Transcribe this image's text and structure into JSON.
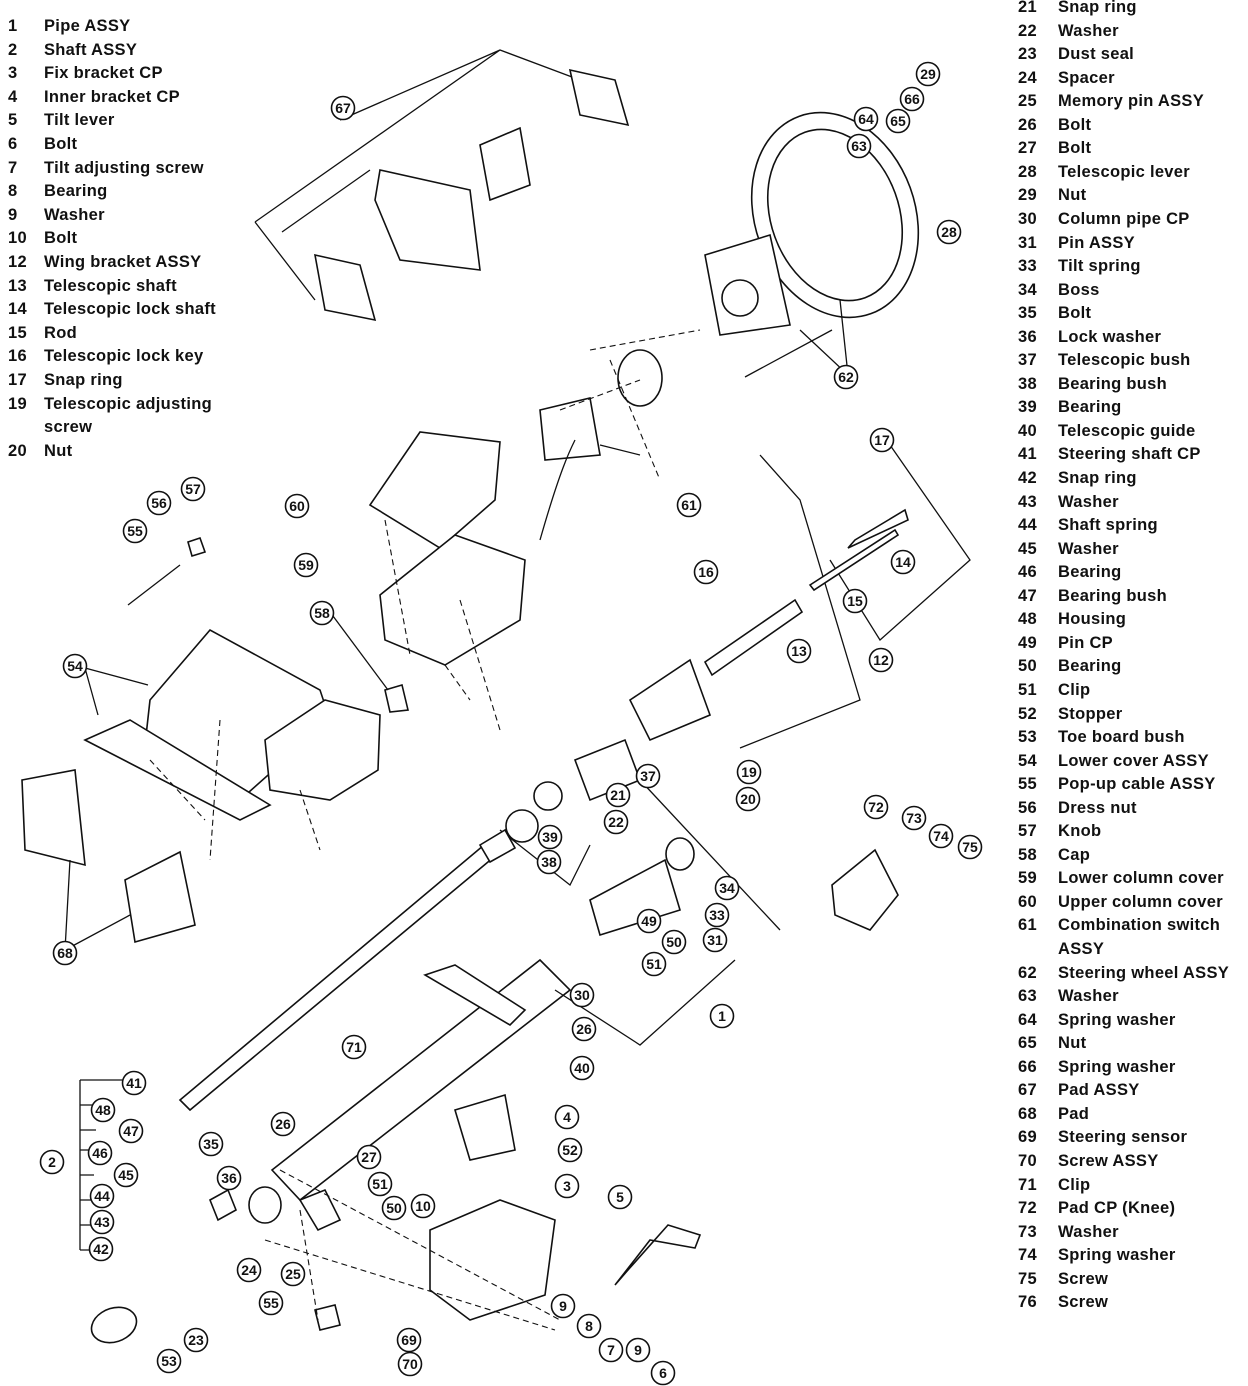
{
  "legend_left": [
    {
      "num": "1",
      "label": "Pipe ASSY"
    },
    {
      "num": "2",
      "label": "Shaft ASSY"
    },
    {
      "num": "3",
      "label": "Fix bracket CP"
    },
    {
      "num": "4",
      "label": "Inner bracket CP"
    },
    {
      "num": "5",
      "label": "Tilt lever"
    },
    {
      "num": "6",
      "label": "Bolt"
    },
    {
      "num": "7",
      "label": "Tilt adjusting screw"
    },
    {
      "num": "8",
      "label": "Bearing"
    },
    {
      "num": "9",
      "label": "Washer"
    },
    {
      "num": "10",
      "label": "Bolt"
    },
    {
      "num": "12",
      "label": "Wing bracket ASSY"
    },
    {
      "num": "13",
      "label": "Telescopic shaft"
    },
    {
      "num": "14",
      "label": "Telescopic lock shaft"
    },
    {
      "num": "15",
      "label": "Rod"
    },
    {
      "num": "16",
      "label": "Telescopic lock key"
    },
    {
      "num": "17",
      "label": "Snap ring"
    },
    {
      "num": "19",
      "label": "Telescopic adjusting"
    },
    {
      "num": "",
      "label": "screw"
    },
    {
      "num": "20",
      "label": "Nut"
    }
  ],
  "legend_right": [
    {
      "num": "21",
      "label": "Snap ring"
    },
    {
      "num": "22",
      "label": "Washer"
    },
    {
      "num": "23",
      "label": "Dust seal"
    },
    {
      "num": "24",
      "label": "Spacer"
    },
    {
      "num": "25",
      "label": "Memory pin ASSY"
    },
    {
      "num": "26",
      "label": "Bolt"
    },
    {
      "num": "27",
      "label": "Bolt"
    },
    {
      "num": "28",
      "label": "Telescopic lever"
    },
    {
      "num": "29",
      "label": "Nut"
    },
    {
      "num": "30",
      "label": "Column pipe CP"
    },
    {
      "num": "31",
      "label": "Pin ASSY"
    },
    {
      "num": "33",
      "label": "Tilt spring"
    },
    {
      "num": "34",
      "label": "Boss"
    },
    {
      "num": "35",
      "label": "Bolt"
    },
    {
      "num": "36",
      "label": "Lock washer"
    },
    {
      "num": "37",
      "label": "Telescopic bush"
    },
    {
      "num": "38",
      "label": "Bearing bush"
    },
    {
      "num": "39",
      "label": "Bearing"
    },
    {
      "num": "40",
      "label": "Telescopic guide"
    },
    {
      "num": "41",
      "label": "Steering shaft CP"
    },
    {
      "num": "42",
      "label": "Snap ring"
    },
    {
      "num": "43",
      "label": "Washer"
    },
    {
      "num": "44",
      "label": "Shaft spring"
    },
    {
      "num": "45",
      "label": "Washer"
    },
    {
      "num": "46",
      "label": "Bearing"
    },
    {
      "num": "47",
      "label": "Bearing bush"
    },
    {
      "num": "48",
      "label": "Housing"
    },
    {
      "num": "49",
      "label": "Pin CP"
    },
    {
      "num": "50",
      "label": "Bearing"
    },
    {
      "num": "51",
      "label": "Clip"
    },
    {
      "num": "52",
      "label": "Stopper"
    },
    {
      "num": "53",
      "label": "Toe board bush"
    },
    {
      "num": "54",
      "label": "Lower cover ASSY"
    },
    {
      "num": "55",
      "label": "Pop-up cable ASSY"
    },
    {
      "num": "56",
      "label": "Dress nut"
    },
    {
      "num": "57",
      "label": "Knob"
    },
    {
      "num": "58",
      "label": "Cap"
    },
    {
      "num": "59",
      "label": "Lower column cover"
    },
    {
      "num": "60",
      "label": "Upper column cover"
    },
    {
      "num": "61",
      "label": "Combination switch"
    },
    {
      "num": "",
      "label": "ASSY"
    },
    {
      "num": "62",
      "label": "Steering wheel ASSY"
    },
    {
      "num": "63",
      "label": "Washer"
    },
    {
      "num": "64",
      "label": "Spring washer"
    },
    {
      "num": "65",
      "label": "Nut"
    },
    {
      "num": "66",
      "label": "Spring washer"
    },
    {
      "num": "67",
      "label": "Pad ASSY"
    },
    {
      "num": "68",
      "label": "Pad"
    },
    {
      "num": "69",
      "label": "Steering sensor"
    },
    {
      "num": "70",
      "label": "Screw ASSY"
    },
    {
      "num": "71",
      "label": "Clip"
    },
    {
      "num": "72",
      "label": "Pad CP (Knee)"
    },
    {
      "num": "73",
      "label": "Washer"
    },
    {
      "num": "74",
      "label": "Spring washer"
    },
    {
      "num": "75",
      "label": "Screw"
    },
    {
      "num": "76",
      "label": "Screw"
    }
  ],
  "callouts": [
    "67",
    "29",
    "66",
    "64",
    "65",
    "63",
    "28",
    "62",
    "61",
    "60",
    "59",
    "58",
    "57",
    "56",
    "55",
    "54",
    "17",
    "14",
    "16",
    "15",
    "13",
    "12",
    "19",
    "20",
    "21",
    "22",
    "37",
    "39",
    "38",
    "72",
    "73",
    "74",
    "75",
    "34",
    "33",
    "49",
    "50",
    "51",
    "31",
    "30",
    "26",
    "40",
    "1",
    "68",
    "71",
    "41",
    "48",
    "47",
    "46",
    "45",
    "44",
    "43",
    "42",
    "2",
    "35",
    "36",
    "24",
    "26",
    "27",
    "51",
    "50",
    "10",
    "4",
    "52",
    "3",
    "25",
    "5",
    "9",
    "8",
    "7",
    "9",
    "6",
    "55",
    "23",
    "53",
    "69",
    "70"
  ]
}
